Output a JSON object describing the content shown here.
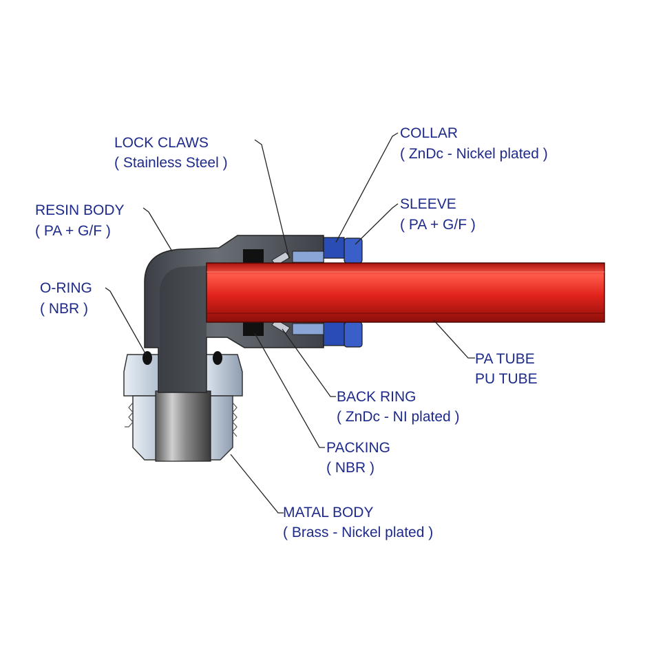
{
  "labels": {
    "lock_claws": {
      "name": "LOCK CLAWS",
      "material": "( Stainless Steel )"
    },
    "collar": {
      "name": "COLLAR",
      "material": "( ZnDc - Nickel plated )"
    },
    "resin_body": {
      "name": "RESIN BODY",
      "material": "( PA + G/F )"
    },
    "sleeve": {
      "name": "SLEEVE",
      "material": "( PA + G/F )"
    },
    "o_ring": {
      "name": "O-RING",
      "material": "( NBR )"
    },
    "tube": {
      "name": "PA TUBE",
      "material": "PU TUBE"
    },
    "back_ring": {
      "name": "BACK RING",
      "material": "( ZnDc - NI plated )"
    },
    "packing": {
      "name": "PACKING",
      "material": "( NBR )"
    },
    "metal_body": {
      "name": "MATAL BODY",
      "material": "( Brass - Nickel plated )"
    }
  },
  "colors": {
    "label_text": "#1d2a8a",
    "tube": "#e0231c",
    "resin": "#54585f",
    "collar_sleeve": "#2a4db5",
    "metal": "#b8c4d2"
  }
}
